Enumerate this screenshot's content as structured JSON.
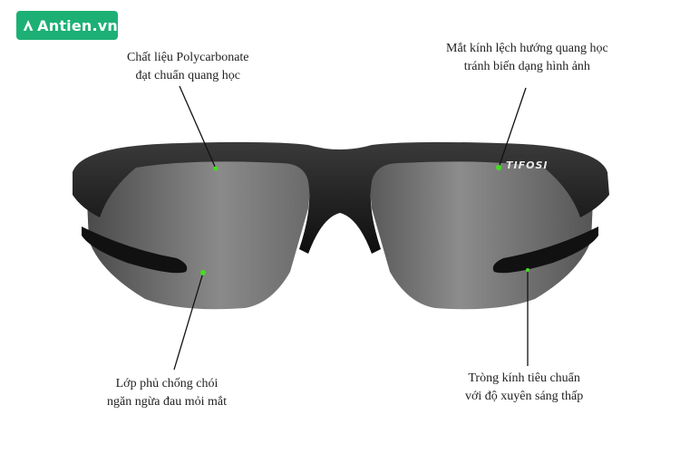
{
  "brand": {
    "name": "Antien.vn",
    "color": "#1db075"
  },
  "product": {
    "lens_brand_text": "TIFOSI"
  },
  "annotations": [
    {
      "id": "material",
      "lines": [
        "Chất liệu Polycarbonate",
        "đạt chuẩn quang học"
      ]
    },
    {
      "id": "decentered-lens",
      "lines": [
        "Mắt kính lệch hướng quang học",
        "tránh biến dạng hình ảnh"
      ]
    },
    {
      "id": "anti-glare",
      "lines": [
        "Lớp phủ chống chói",
        "ngăn ngừa đau mỏi mắt"
      ]
    },
    {
      "id": "standard-lens",
      "lines": [
        "Tròng kính tiêu chuẩn",
        "với độ xuyên sáng thấp"
      ]
    }
  ],
  "colors": {
    "dot": "#44dd22",
    "frame": "#141414",
    "lens": "#6e6e6e"
  }
}
